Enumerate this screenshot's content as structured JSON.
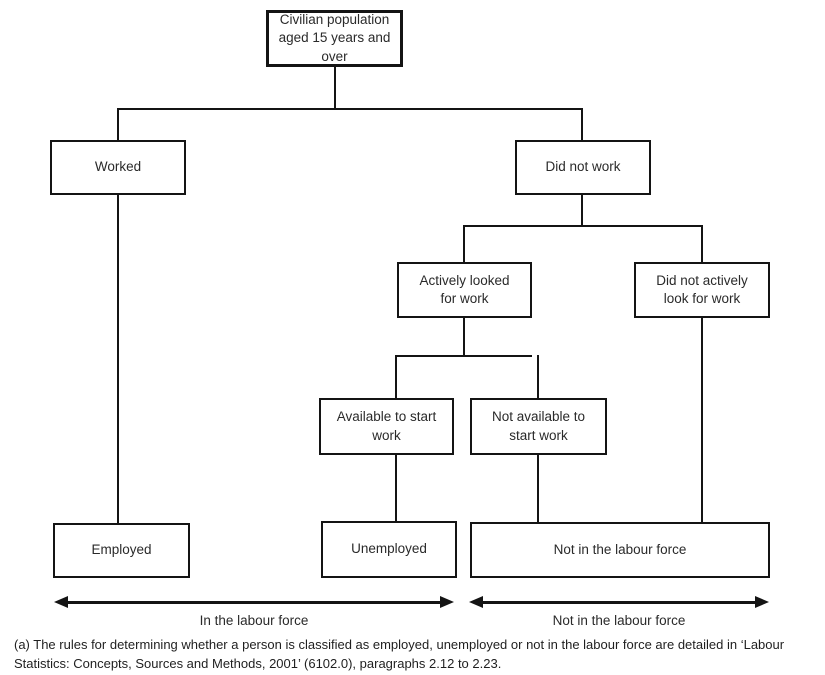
{
  "colors": {
    "line": "#141414",
    "text": "#2a2a2a",
    "background": "#ffffff"
  },
  "diagram": {
    "title_implicit": "Labour force classification flowchart",
    "nodes": {
      "civilian_population": {
        "label": "Civilian population aged 15 years and over"
      },
      "worked": {
        "label": "Worked"
      },
      "did_not_work": {
        "label": "Did not work"
      },
      "actively_looked": {
        "label": "Actively looked for work"
      },
      "did_not_actively_look": {
        "label": "Did not actively look for work"
      },
      "available": {
        "label": "Available to start work"
      },
      "not_available": {
        "label": "Not available to start work"
      },
      "employed": {
        "label": "Employed"
      },
      "unemployed": {
        "label": "Unemployed"
      },
      "not_in_labour_force": {
        "label": "Not in the labour force"
      }
    },
    "edges": [
      [
        "civilian_population",
        "worked"
      ],
      [
        "civilian_population",
        "did_not_work"
      ],
      [
        "did_not_work",
        "actively_looked"
      ],
      [
        "did_not_work",
        "did_not_actively_look"
      ],
      [
        "actively_looked",
        "available"
      ],
      [
        "actively_looked",
        "not_available"
      ],
      [
        "worked",
        "employed"
      ],
      [
        "available",
        "unemployed"
      ],
      [
        "not_available",
        "not_in_labour_force"
      ],
      [
        "did_not_actively_look",
        "not_in_labour_force"
      ]
    ],
    "arrows": {
      "in_labour_force": {
        "label": "In the labour force"
      },
      "not_in_labour_force": {
        "label": "Not in the labour force"
      }
    },
    "footnote": "(a) The rules for determining whether a person is classified as employed, unemployed or not in the labour force are detailed in ‘Labour Statistics: Concepts, Sources and Methods, 2001’ (6102.0), paragraphs 2.12 to 2.23."
  }
}
